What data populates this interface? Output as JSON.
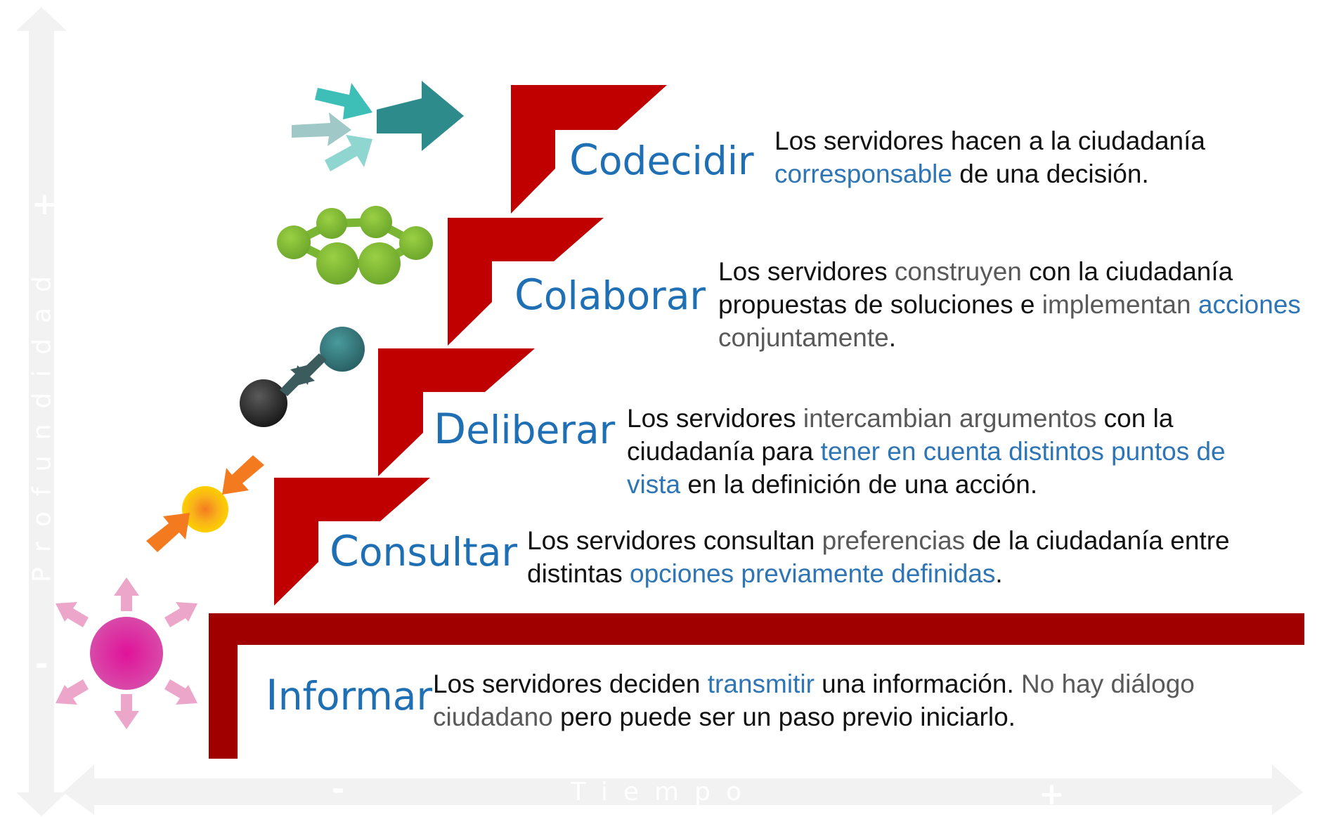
{
  "axes": {
    "vertical_label": "Profundidad",
    "horizontal_label": "Tiempo",
    "minus": "-",
    "plus": "+"
  },
  "colors": {
    "stair_red": "#c00000",
    "base_bar": "#a00000",
    "title_blue": "#1f6fb5",
    "highlight_blue": "#2e75b6",
    "highlight_grey": "#595959",
    "axis_arrow": "#f2f2f2"
  },
  "steps": [
    {
      "id": "codecidir",
      "icon": "converging-arrows-icon",
      "title_initial": "C",
      "title_rest": "odecidir",
      "desc": [
        {
          "t": "Los servidores hacen a la ciudadanía ",
          "s": ""
        },
        {
          "t": "corresponsable",
          "s": "blue"
        },
        {
          "t": " de una decisión.",
          "s": ""
        }
      ]
    },
    {
      "id": "colaborar",
      "icon": "network-nodes-icon",
      "title_initial": "C",
      "title_rest": "olaborar",
      "desc": [
        {
          "t": "Los servidores ",
          "s": ""
        },
        {
          "t": "construyen",
          "s": "grey"
        },
        {
          "t": " con la ciudadanía propuestas de soluciones e ",
          "s": ""
        },
        {
          "t": "implementan",
          "s": "grey"
        },
        {
          "t": " ",
          "s": ""
        },
        {
          "t": "acciones",
          "s": "blue"
        },
        {
          "t": " ",
          "s": ""
        },
        {
          "t": "conjuntamente",
          "s": "grey"
        },
        {
          "t": ".",
          "s": ""
        }
      ]
    },
    {
      "id": "deliberar",
      "icon": "two-way-exchange-icon",
      "title_initial": "D",
      "title_rest": "eliberar",
      "desc": [
        {
          "t": "Los servidores ",
          "s": ""
        },
        {
          "t": "intercambian argumentos",
          "s": "grey"
        },
        {
          "t": " con la ciudadanía para ",
          "s": ""
        },
        {
          "t": "tener en cuenta distintos puntos de vista",
          "s": "blue"
        },
        {
          "t": " en la definición de una acción.",
          "s": ""
        }
      ]
    },
    {
      "id": "consultar",
      "icon": "inward-arrows-icon",
      "title_initial": "C",
      "title_rest": "onsultar",
      "desc": [
        {
          "t": "Los servidores consultan ",
          "s": ""
        },
        {
          "t": "preferencias",
          "s": "grey"
        },
        {
          "t": " de la ciudadanía entre distintas ",
          "s": ""
        },
        {
          "t": "opciones previamente definidas",
          "s": "blue"
        },
        {
          "t": ".",
          "s": ""
        }
      ]
    },
    {
      "id": "informar",
      "icon": "radiating-arrows-icon",
      "title_initial": "I",
      "title_rest": "nformar",
      "desc": [
        {
          "t": "Los servidores deciden ",
          "s": ""
        },
        {
          "t": "transmitir",
          "s": "blue"
        },
        {
          "t": " una información. ",
          "s": ""
        },
        {
          "t": "No hay diálogo ciudadano",
          "s": "grey"
        },
        {
          "t": " pero puede ser un paso previo iniciarlo.",
          "s": ""
        }
      ]
    }
  ]
}
